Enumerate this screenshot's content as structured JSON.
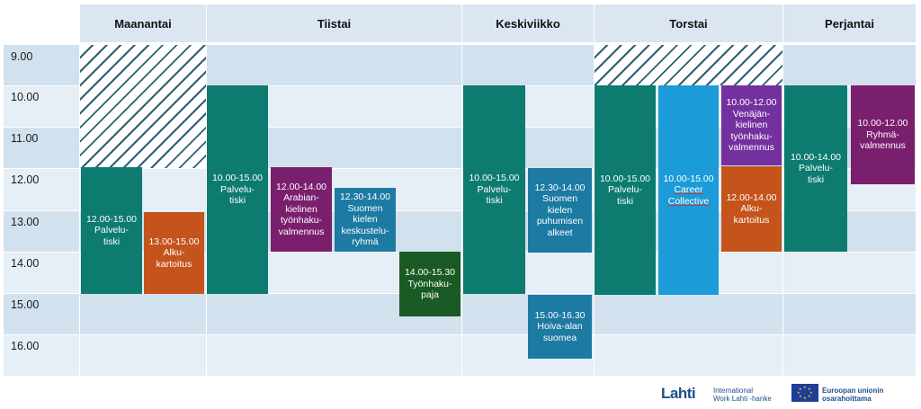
{
  "days": [
    "Maanantai",
    "Tiistai",
    "Keskiviikko",
    "Torstai",
    "Perjantai"
  ],
  "hours": [
    "9.00",
    "10.00",
    "11.00",
    "12.00",
    "13.00",
    "14.00",
    "15.00",
    "16.00"
  ],
  "events": {
    "mon_palvelutiski": [
      "12.00-15.00",
      "Palvelu-",
      "tiski"
    ],
    "mon_alkukartoitus": [
      "13.00-15.00",
      "Alku-",
      "kartoitus"
    ],
    "tue_palvelutiski": [
      "10.00-15.00",
      "Palvelu-",
      "tiski"
    ],
    "tue_arabia": [
      "12.00-14.00",
      "Arabian-",
      "kielinen",
      "työnhaku-",
      "valmennus"
    ],
    "tue_suomi_keskustelu": [
      "12.30-14.00",
      "Suomen",
      "kielen",
      "keskustelu-",
      "ryhmä"
    ],
    "tue_tyonhakupaja": [
      "14.00-15.30",
      "Työnhaku-",
      "paja"
    ],
    "wed_palvelutiski": [
      "10.00-15.00",
      "Palvelu-",
      "tiski"
    ],
    "wed_suomi_puhuminen": [
      "12.30-14.00",
      "Suomen",
      "kielen",
      "puhumisen",
      "alkeet"
    ],
    "wed_hoiva": [
      "15.00-16.30",
      "Hoiva-alan",
      "suomea"
    ],
    "thu_palvelutiski": [
      "10.00-15.00",
      "Palvelu-",
      "tiski"
    ],
    "thu_career": [
      "10.00-15.00",
      "Career",
      "Collective"
    ],
    "thu_venaja": [
      "10.00-12.00",
      "Venäjän-",
      "kielinen",
      "työnhaku-",
      "valmennus"
    ],
    "thu_alkukartoitus": [
      "12.00-14.00",
      "Alku-",
      "kartoitus"
    ],
    "fri_palvelutiski": [
      "10.00-14.00",
      "Palvelu-",
      "tiski"
    ],
    "fri_ryhma": [
      "10.00-12.00",
      "Ryhmä-",
      "valmennus"
    ]
  },
  "colors": {
    "teal": "#0d7b70",
    "orange": "#c4541b",
    "purple": "#7a1e6e",
    "violet": "#7530a0",
    "blue": "#1c7aa3",
    "cyan": "#1b9bd7",
    "green": "#1a5a24"
  },
  "footer": {
    "logo": "Lahti",
    "project_line1": "International",
    "project_line2": "Work Lahti -hanke",
    "eu_line1": "Euroopan unionin",
    "eu_line2": "osarahoittama"
  }
}
